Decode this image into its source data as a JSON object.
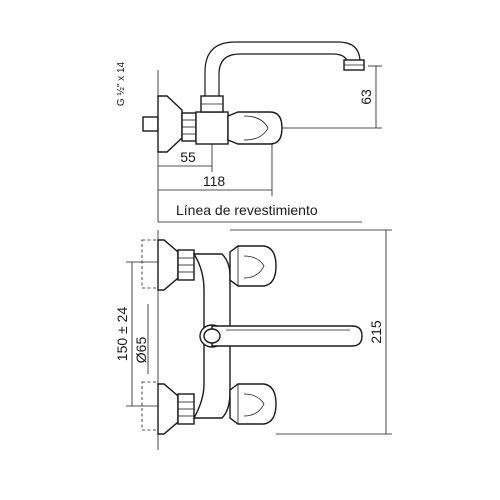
{
  "labels": {
    "thread": "G ½\" x 14",
    "dim_55": "55",
    "dim_63": "63",
    "dim_118": "118",
    "linea": "Línea de revestimiento",
    "dim_150": "150 ± 24",
    "dim_65": "Ø65",
    "dim_215": "215"
  }
}
